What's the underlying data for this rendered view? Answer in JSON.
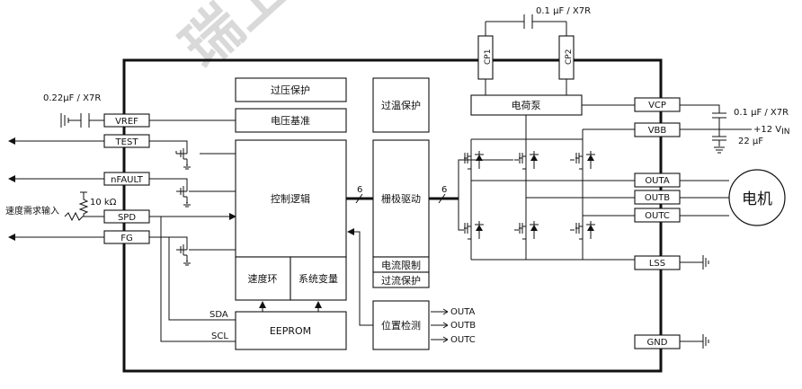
{
  "watermark": "瑞上",
  "capacitors": {
    "top": "0.1 µF / X7R",
    "vref": "0.22µF / X7R",
    "vcp": "0.1 µF / X7R",
    "vbb": "22 µF",
    "supply": "+12 V",
    "supply_sub": "IN"
  },
  "resistor": "10 kΩ",
  "speed_input": "速度需求输入",
  "pins_left": {
    "vref": "VREF",
    "test": "TEST",
    "nfault": "nFAULT",
    "spd": "SPD",
    "fg": "FG"
  },
  "pins_right": {
    "vcp": "VCP",
    "vbb": "VBB",
    "outa": "OUTA",
    "outb": "OUTB",
    "outc": "OUTC",
    "lss": "LSS",
    "gnd": "GND"
  },
  "pins_top": {
    "cp1": "CP1",
    "cp2": "CP2"
  },
  "blocks": {
    "ovp": "过压保护",
    "vref_block": "电压基准",
    "logic": "控制逻辑",
    "speed_loop": "速度环",
    "sys_var": "系统变量",
    "eeprom": "EEPROM",
    "otp": "过温保护",
    "gate_driver": "栅极驱动",
    "current_limit": "电流限制",
    "ocp": "过流保护",
    "charge_pump": "电荷泵",
    "position": "位置检测"
  },
  "bus": {
    "sda": "SDA",
    "scl": "SCL"
  },
  "bus_width": {
    "left": "6",
    "right": "6"
  },
  "position_inputs": [
    "OUTA",
    "OUTB",
    "OUTC"
  ],
  "motor": "电机"
}
